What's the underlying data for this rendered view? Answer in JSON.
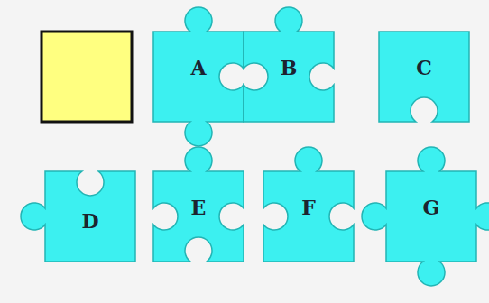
{
  "diagram": {
    "nodes": [
      {
        "text": [
          "A"
        ]
      },
      {
        "text": [
          "B"
        ]
      },
      {
        "text": [
          "C"
        ]
      },
      {
        "text": [
          "D"
        ]
      },
      {
        "text": [
          "E"
        ]
      },
      {
        "text": [
          "F"
        ]
      },
      {
        "text": [
          "G"
        ]
      }
    ]
  }
}
